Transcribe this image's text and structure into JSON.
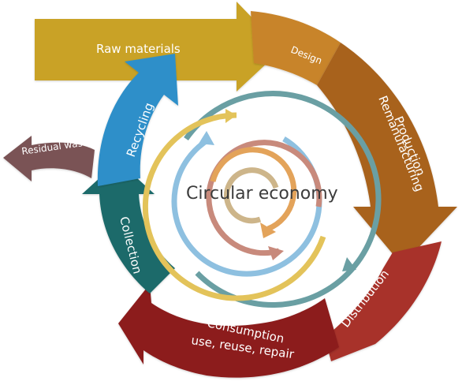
{
  "diagram": {
    "center_title": "Circular economy",
    "stages": {
      "raw_materials": "Raw materials",
      "design": "Design",
      "production_line1": "Production",
      "production_line2": "Remanufacturing",
      "distribution": "Distribution",
      "consumption_line1": "Consumption",
      "consumption_line2": "use, reuse, repair",
      "collection": "Collection",
      "recycling": "Recycling",
      "residual_waste": "Residual waste"
    },
    "colors": {
      "raw_materials": "#c9a227",
      "design": "#c8842a",
      "production": "#a8621f",
      "distribution": "#a8302a",
      "consumption": "#8c1e1e",
      "collection": "#1f6b6b",
      "recycling": "#2e8fc9",
      "residual_waste": "#7a5354"
    }
  }
}
